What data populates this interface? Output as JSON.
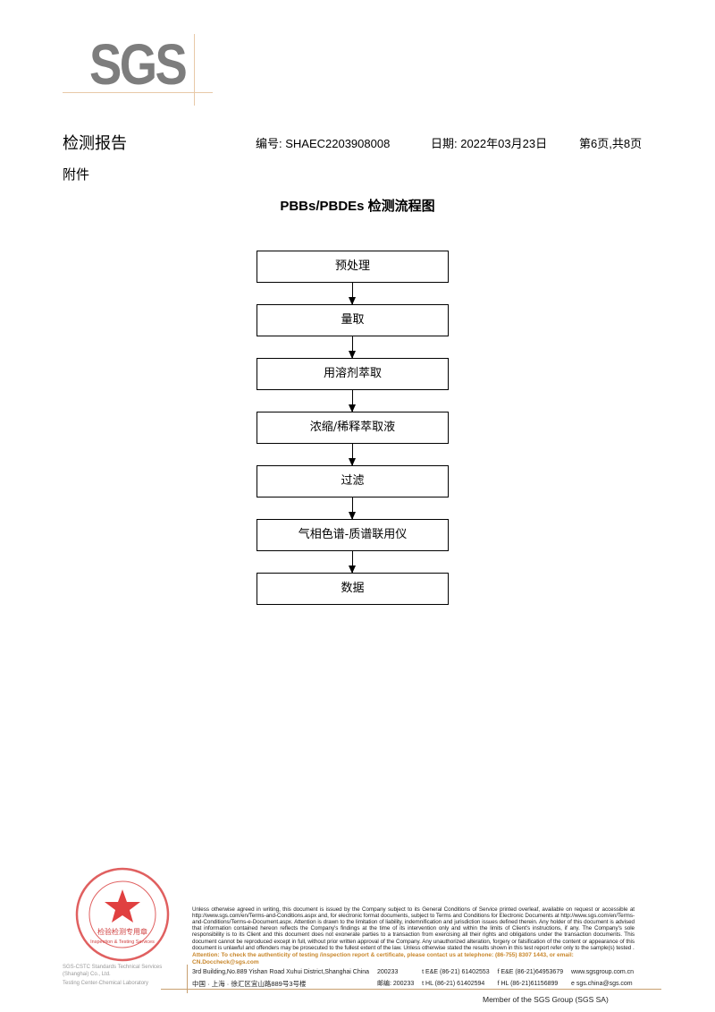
{
  "logo": "SGS",
  "header": {
    "title": "检测报告",
    "number": "编号: SHAEC2203908008",
    "date": "日期: 2022年03月23日",
    "page": "第6页,共8页"
  },
  "section": "附件",
  "flow_title": "PBBs/PBDEs 检测流程图",
  "steps": [
    "预处理",
    "量取",
    "用溶剂萃取",
    "浓缩/稀释萃取液",
    "过滤",
    "气相色谱-质谱联用仪",
    "数据"
  ],
  "footer": {
    "legal": "Unless otherwise agreed in writing, this document is issued by the Company subject to its General Conditions of Service printed overleaf, available on request or accessible at http://www.sgs.com/en/Terms-and-Conditions.aspx and, for electronic format documents, subject to Terms and Conditions for Electronic Documents at http://www.sgs.com/en/Terms-and-Conditions/Terms-e-Document.aspx. Attention is drawn to the limitation of liability, indemnification and jurisdiction issues defined therein. Any holder of this document is advised that information contained hereon reflects the Company's findings at the time of its intervention only and within the limits of Client's instructions, if any. The Company's sole responsibility is to its Client and this document does not exonerate parties to a transaction from exercising all their rights and obligations under the transaction documents. This document cannot be reproduced except in full, without prior written approval of the Company. Any unauthorized alteration, forgery or falsification of the content or appearance of this document is unlawful and offenders may be prosecuted to the fullest extent of the law. Unless otherwise stated the results shown in this test report refer only to the sample(s) tested .",
    "attention": "Attention: To check the authenticity of testing /inspection report & certificate, please contact us at telephone: (86-755) 8307 1443, or email: CN.Doccheck@sgs.com",
    "addr_en": "3rd Building,No.889 Yishan Road Xuhui District,Shanghai China",
    "zip_en": "200233",
    "tel1": "t E&E (86-21) 61402553",
    "fax1": "f E&E (86-21)64953679",
    "web": "www.sgsgroup.com.cn",
    "addr_cn": "中国 · 上海 · 徐汇区宜山路889号3号楼",
    "zip_cn": "邮编: 200233",
    "tel2": "t HL (86-21) 61402594",
    "fax2": "f HL (86-21)61156899",
    "email": "e sgs.china@sgs.com",
    "company1": "SGS-CSTC Standards Technical Services (Shanghai) Co., Ltd.",
    "company2": "Testing Center-Chemical Laboratory",
    "member": "Member of the SGS Group (SGS SA)",
    "stamp_cn": "检验检测专用章",
    "stamp_en": "Inspection & Testing Services"
  }
}
